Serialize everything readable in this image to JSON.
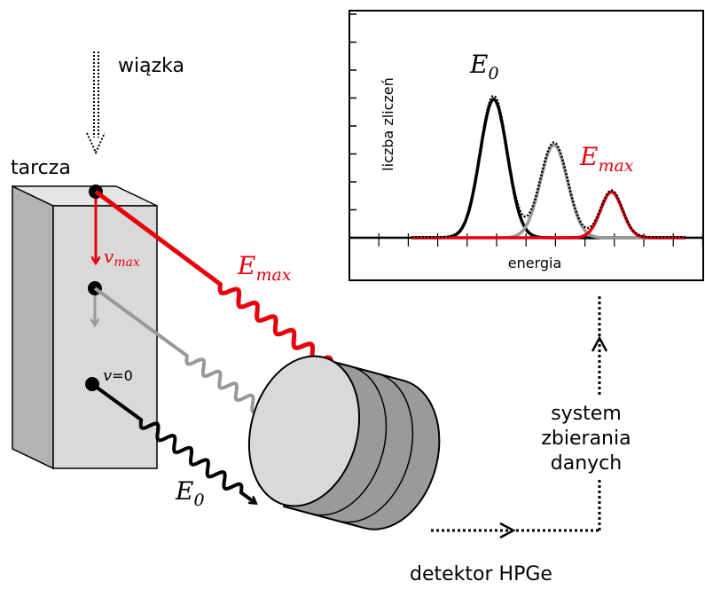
{
  "labels": {
    "beam": "wiązka",
    "target": "tarcza",
    "detector": "detektor HPGe",
    "daq_line1": "system",
    "daq_line2": "zbierania",
    "daq_line3": "danych",
    "v_max_sym": "v",
    "v_max_sub": "max",
    "v_zero_sym": "v",
    "v_zero_val": "=0",
    "e_max_sym": "E",
    "e_max_sub": "max",
    "e0_sym": "E",
    "e0_sub": "0"
  },
  "spectrum": {
    "ylabel": "liczba zliczeń",
    "xlabel": "energia",
    "peak_e0_sym": "E",
    "peak_e0_sub": "0",
    "peak_emax_sym": "E",
    "peak_emax_sub": "max"
  },
  "colors": {
    "fast": "#e8000b",
    "medium": "#999999",
    "rest": "#000000",
    "target_front": "#d9d9d9",
    "target_side": "#b3b3b3",
    "detector_face": "#d9d9d9",
    "detector_body": "#9a9a9a"
  },
  "chart_data": {
    "type": "line",
    "xlabel": "energia",
    "ylabel": "liczba zliczeń",
    "series": [
      {
        "name": "E0",
        "color": "#000000",
        "peak": 1.0,
        "center": 0.3,
        "width": 0.05
      },
      {
        "color": "#999999",
        "peak": 0.67,
        "center": 0.52,
        "width": 0.05
      },
      {
        "name": "Emax",
        "color": "#e8000b",
        "peak": 0.33,
        "center": 0.73,
        "width": 0.04
      },
      {
        "color": "#000000",
        "style": "dotted",
        "kind": "sum"
      }
    ]
  }
}
